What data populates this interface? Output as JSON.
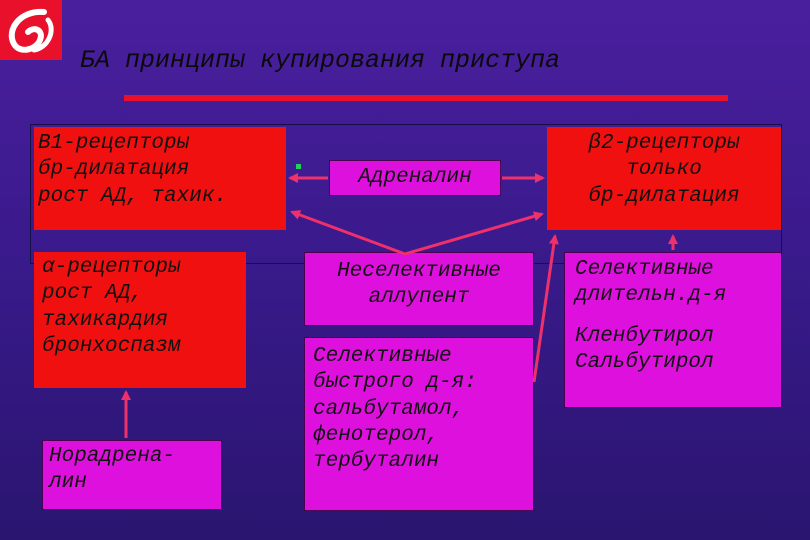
{
  "title": "БА принципы купирования приступа",
  "boxes": {
    "b1": [
      "В1-рецепторы",
      "бр-дилатация",
      "рост АД, тахик."
    ],
    "adrenaline": "Адреналин",
    "b2": [
      "β2-рецепторы",
      "только",
      "бр-дилатация"
    ],
    "alpha": [
      "α-рецепторы",
      "рост АД,",
      "тахикардия",
      "бронхоспазм"
    ],
    "nonselective": [
      "Неселективные",
      "аллупент"
    ],
    "selective_fast": [
      "Селективные",
      "быстрого д-я:",
      "сальбутамол,",
      "фенотерол,",
      "тербуталин"
    ],
    "selective_long": [
      "Селективные",
      "длительн.д-я",
      "",
      "Кленбутирол",
      "Сальбутирол"
    ],
    "noradrenaline": [
      "Норадрена-",
      "лин"
    ]
  },
  "colors": {
    "red": "#f01010",
    "magenta": "#dd10dd",
    "background": "#3a1a8c",
    "arrow": "#f0306a"
  }
}
